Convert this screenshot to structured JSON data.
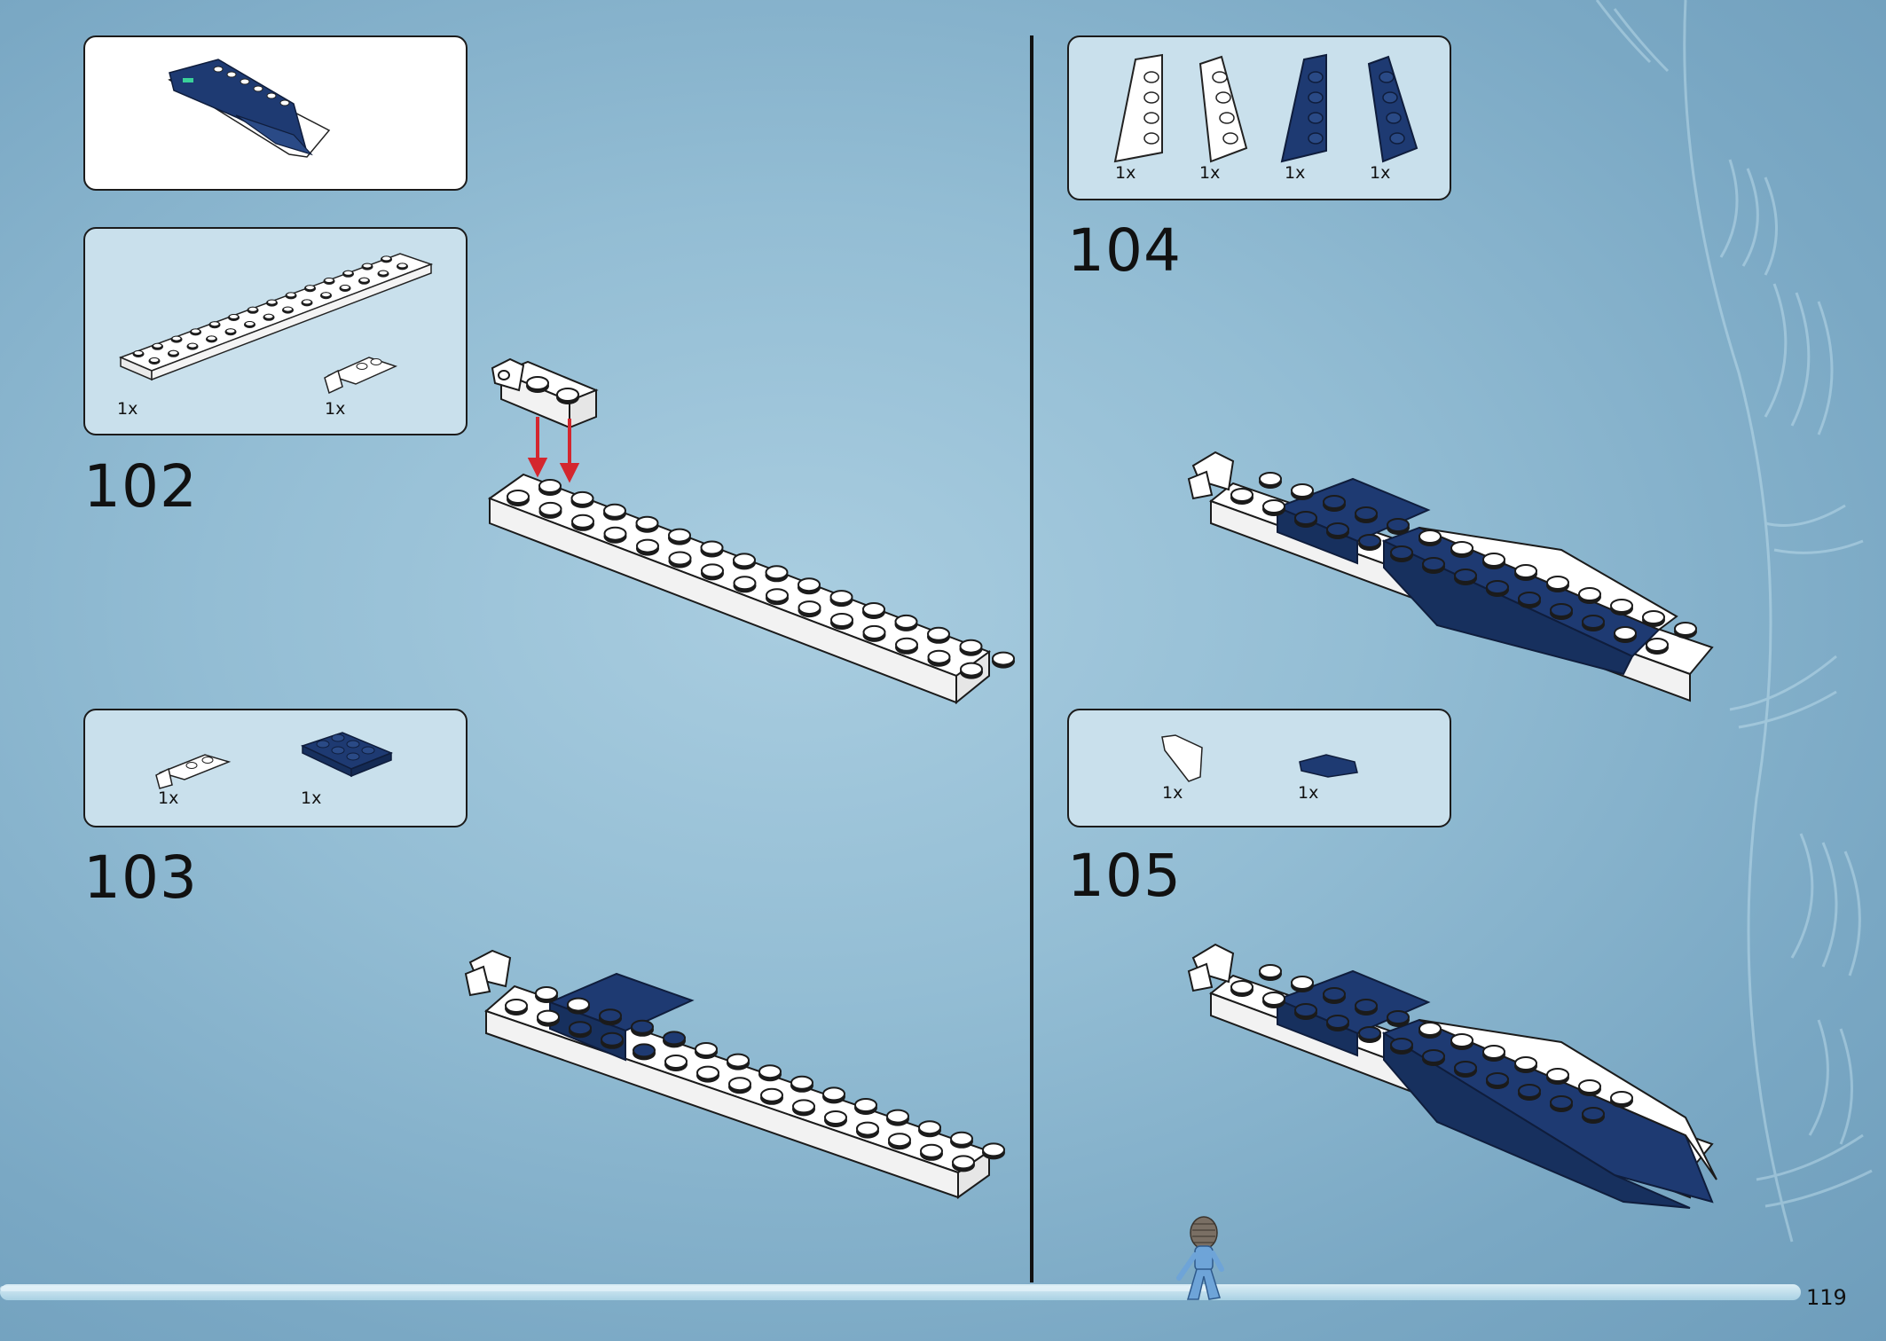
{
  "steps": [
    {
      "number": "102",
      "parts": [
        {
          "qty": "1x",
          "part": "white-plate-long"
        },
        {
          "qty": "1x",
          "part": "white-clip-plate"
        }
      ]
    },
    {
      "number": "103",
      "parts": [
        {
          "qty": "1x",
          "part": "white-clip-plate"
        },
        {
          "qty": "1x",
          "part": "blue-plate-2x3"
        }
      ]
    },
    {
      "number": "104",
      "parts": [
        {
          "qty": "1x",
          "part": "white-wedge-left"
        },
        {
          "qty": "1x",
          "part": "white-wedge-right"
        },
        {
          "qty": "1x",
          "part": "blue-wedge-left"
        },
        {
          "qty": "1x",
          "part": "blue-wedge-right"
        }
      ]
    },
    {
      "number": "105",
      "parts": [
        {
          "qty": "1x",
          "part": "white-slope-tip"
        },
        {
          "qty": "1x",
          "part": "blue-curved-slope"
        }
      ]
    }
  ],
  "page_number": "119",
  "colors": {
    "background": "#93bdd4",
    "panel_light": "#c9e0ec",
    "lego_blue": "#1e3a72",
    "lego_white": "#ffffff",
    "arrow_red": "#d4262e"
  }
}
